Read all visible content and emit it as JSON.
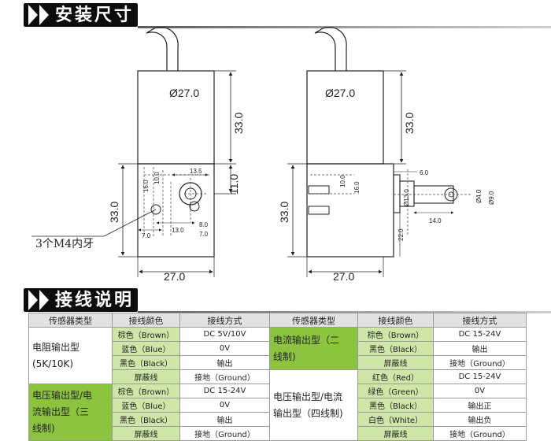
{
  "sections": {
    "install_title": "安装尺寸",
    "wiring_title": "接线说明"
  },
  "drawing": {
    "left_view": {
      "top_diameter": "Ø27.0",
      "upper_height": "33.0",
      "lower_height": "33.0",
      "hole_offset": "11.0",
      "width": "27.0",
      "dim_13_5": "13.5",
      "dim_16": "16.0",
      "dim_10": "10.0",
      "dim_7_a": "7.0",
      "dim_13": "13.0",
      "dim_8": "8.0",
      "dim_7_b": "7.0",
      "callout": "3个M4内牙"
    },
    "right_view": {
      "top_diameter": "Ø27.0",
      "upper_height": "33.0",
      "lower_height": "33.0",
      "width": "27.0",
      "dim_10": "10.0",
      "dim_16": "16.0",
      "dim_6": "6.0",
      "shaft_diameter": "Ø13.0",
      "dim_22": "22.0",
      "dim_14": "14.0",
      "bore_small": "Ø4.0",
      "bore_large": "Ø9.0"
    }
  },
  "wiring_table": {
    "headers": [
      "传感器类型",
      "接线颜色",
      "接线方式",
      "传感器类型",
      "接线颜色",
      "接线方式"
    ],
    "rows": [
      [
        "棕色（Brown）",
        "DC 5V/10V",
        "棕色（Brown）",
        "DC 15-24V"
      ],
      [
        "蓝色（Blue）",
        "0V",
        "黑色（Black）",
        "输出"
      ],
      [
        "黑色（Black）",
        "输出",
        "屏蔽线",
        "接地（Ground）"
      ],
      [
        "屏蔽线",
        "接地（Ground）",
        "红色（Red）",
        "DC 15-24V"
      ],
      [
        "棕色（Brown）",
        "DC 15-24V",
        "绿色（Green）",
        "0V"
      ],
      [
        "蓝色（Blue）",
        "0V",
        "黑色（Black）",
        "输出正"
      ],
      [
        "黑色（Black）",
        "输出",
        "白色（White）",
        "输出负"
      ],
      [
        "屏蔽线",
        "接地（Ground）",
        "屏蔽线",
        "接地（Ground）"
      ]
    ],
    "types": {
      "resistive_1": "电阻输出型",
      "resistive_2": "(5K/10K)",
      "voltage_current_1": "电压输出型/电",
      "voltage_current_2": "流输出型（三",
      "voltage_current_3": "线制)",
      "current_1": "电流输出型（二",
      "current_2": "线制)",
      "vc4_1": "电压输出型/电流",
      "vc4_2": "输出型（四线制)"
    }
  },
  "colors": {
    "type_green": "#8dc43f",
    "header_gray": "#e2e2e2"
  }
}
